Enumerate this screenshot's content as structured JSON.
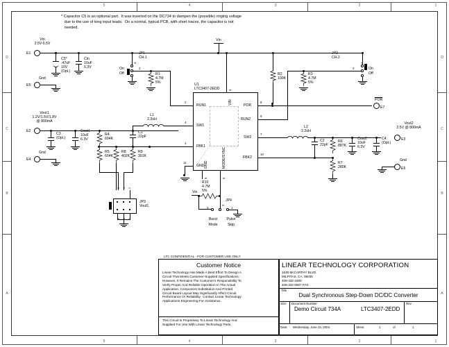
{
  "sheet": {
    "zones_top": [
      "5",
      "4",
      "3",
      "2",
      "1"
    ],
    "zones_side": [
      "D",
      "C",
      "B",
      "A"
    ],
    "note": "* Capacitor C5 is an optional part.  It was inserted on the DC734 to dampen the (possible) ringing voltage\n   due to the use of long input leads.  On a normal, typical PCB, with short traces, the capacitor is not\n   needed."
  },
  "terminals": {
    "e1": {
      "id": "E1",
      "name": "Vin",
      "spec": "2.5V-5.5V"
    },
    "e5": {
      "id": "E5",
      "name": "Gnd"
    },
    "e2": {
      "id": "E2",
      "name": "Vout1",
      "spec": "1.2V/1.5V/1.8V",
      "spec2": "@ 800mA"
    },
    "e4": {
      "id": "E4",
      "name": "Gnd"
    },
    "e3": {
      "id": "E3",
      "name": "Vout2",
      "spec": "2.5V @ 800mA"
    },
    "e6": {
      "id": "E6",
      "name": "Gnd"
    },
    "e7": {
      "id": "E7",
      "name": "POR"
    }
  },
  "net_labels": {
    "vin_top": "Vin",
    "vin_r10": "Vin"
  },
  "ic": {
    "ref": "U1",
    "part": "LTC3407-2EDD",
    "pins_left": [
      {
        "num": "2",
        "name": "RUN1"
      },
      {
        "num": "4",
        "name": "SW1"
      },
      {
        "num": "1",
        "name": "FBK1"
      },
      {
        "num": "11",
        "name": "GND"
      }
    ],
    "pins_right": [
      {
        "num": "8",
        "name": "POR"
      },
      {
        "num": "9",
        "name": "RUN2"
      },
      {
        "num": "7",
        "name": "SW2"
      },
      {
        "num": "10",
        "name": "FBK2"
      }
    ],
    "pins_top": [
      {
        "num": "3",
        "name": "VIN"
      }
    ],
    "pins_bottom": [
      {
        "num": "5",
        "name": "GND"
      },
      {
        "num": "6",
        "name": "MODE/SYNC"
      }
    ]
  },
  "components": [
    {
      "ref": "C5*",
      "l1": "C5*",
      "l2": ".47uF",
      "l3": "10V",
      "l4": "(Opt.)"
    },
    {
      "ref": "Cin",
      "l1": "Cin",
      "l2": "10uF",
      "l3": "6.3V"
    },
    {
      "ref": "R1",
      "l1": "R1",
      "l2": "4.7M",
      "l3": "5%"
    },
    {
      "ref": "R2",
      "l1": "R2",
      "l2": "100K"
    },
    {
      "ref": "R3",
      "l1": "R3",
      "l2": "4.7M",
      "l3": "5%"
    },
    {
      "ref": "C3",
      "l1": "C3",
      "l2": "(Opt.)"
    },
    {
      "ref": "Cout1",
      "l1": "Cout1",
      "l2": "10uF",
      "l3": "6.3V"
    },
    {
      "ref": "R4",
      "l1": "R4",
      "l2": "604K"
    },
    {
      "ref": "C1",
      "l1": "C1",
      "l2": "22pF"
    },
    {
      "ref": "R5",
      "l1": "R5",
      "l2": "604K"
    },
    {
      "ref": "R8",
      "l1": "R8",
      "l2": "402K"
    },
    {
      "ref": "R9",
      "l1": "R9",
      "l2": "301K"
    },
    {
      "ref": "L1",
      "l1": "L1",
      "l2": "2.2uH"
    },
    {
      "ref": "L2",
      "l1": "L2",
      "l2": "2.2uH"
    },
    {
      "ref": "C2",
      "l1": "C2",
      "l2": "22pF"
    },
    {
      "ref": "R6",
      "l1": "R6",
      "l2": "887K"
    },
    {
      "ref": "R7",
      "l1": "R7",
      "l2": "280K"
    },
    {
      "ref": "Cout2",
      "l1": "Cout2",
      "l2": "10uF",
      "l3": "6.3V"
    },
    {
      "ref": "C4",
      "l1": "C4",
      "l2": "(Opt.)"
    },
    {
      "ref": "R10",
      "l1": "R10",
      "l2": "4.7M",
      "l3": "5%"
    }
  ],
  "jumpers": {
    "jp1": {
      "ref": "JP1",
      "sub": "CH.1",
      "on": "On",
      "off": "Off",
      "pins": [
        "3",
        "2",
        "1"
      ]
    },
    "jp2": {
      "ref": "JP2",
      "sub": "CH.2",
      "on": "On",
      "off": "Off",
      "pins": [
        "3",
        "2",
        "1"
      ]
    },
    "jp3": {
      "ref": "JP3",
      "sub": "Vout1",
      "top_pins": [
        "6",
        "4",
        "2"
      ],
      "bot_pins": [
        "5",
        "3",
        "1"
      ]
    },
    "jp4": {
      "ref": "JP4",
      "pins": [
        "3",
        "2",
        "1"
      ],
      "label_a1": "Burst",
      "label_a2": "Mode",
      "label_b1": "Pulse",
      "label_b2": "Skip"
    }
  },
  "customer_notice": {
    "confidential": "LTC CONFIDENTIAL - FOR CUSTOMER USE ONLY",
    "title": "Customer Notice",
    "body": "Linear Technology Has Made A Best Effort To Design A\nCircuit That Meets Customer-Supplied Specifications;\nHowever, It Remains The Customer's Responsibility To\nVerify Proper And Reliable Operation In The Actual\nApplication. Component Substitution And Printed\nCircuit Board Layout May Significantly Affect Circuit\nPerformance Or Reliability.  Contact Linear Technology\nApplications Engineering For Assistance.",
    "footer": "This Circuit Is Proprietary To Linear Technology And\nSupplied For Use With Linear Technology Parts."
  },
  "title_block": {
    "company": "LINEAR TECHNOLOGY CORPORATION",
    "address1": "1630 McCARTHY BLVD.",
    "address2": "MILPITAS, CA. 95035",
    "phone": "408-432-1900",
    "fax": "408-434-0507 FAX",
    "title_label": "Title",
    "title_text": "Dual Synchronous Step-Down DC/DC Converter",
    "size_label": "Size",
    "size_value": "",
    "docnum_label": "Document Number",
    "docnum_value": "Demo Circuit 734A",
    "part_value": "LTC3407-2EDD",
    "rev_label": "Rev",
    "rev_value": "",
    "date_label": "Date:",
    "date_value": "Wednesday, June 23, 2004",
    "sheet_label": "Sheet",
    "sheet_num": "1",
    "sheet_of": "of",
    "sheet_total": "1"
  }
}
